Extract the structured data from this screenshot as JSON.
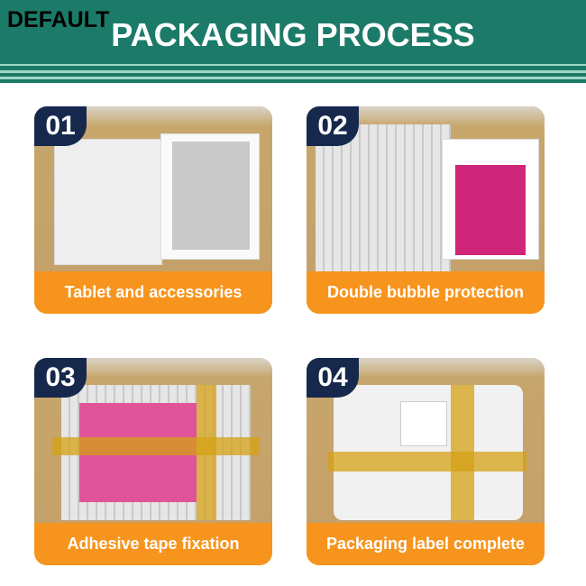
{
  "watermark": "DEFAULT",
  "header": {
    "title": "PACKAGING PROCESS"
  },
  "steps": [
    {
      "number": "01",
      "label": "Tablet and accessories"
    },
    {
      "number": "02",
      "label": "Double bubble protection"
    },
    {
      "number": "03",
      "label": "Adhesive tape fixation"
    },
    {
      "number": "04",
      "label": "Packaging label complete"
    }
  ],
  "colors": {
    "header": "#1c7a68",
    "label": "#f7941d",
    "badge": "#16294d"
  }
}
